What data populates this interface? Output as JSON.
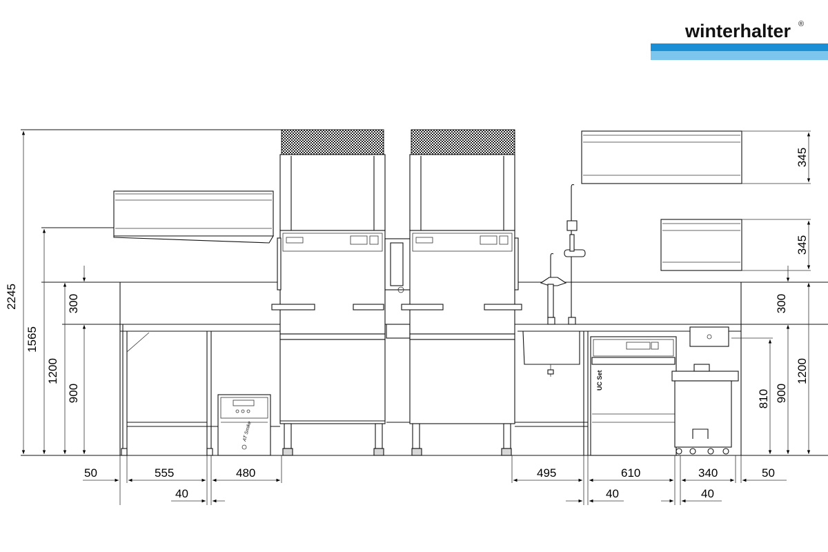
{
  "brand": {
    "name": "winterhalter",
    "mark": "®",
    "colors": {
      "stripe_dark": "#1a8fd6",
      "stripe_light": "#7cc6ee",
      "text": "#111111"
    }
  },
  "labels": {
    "machine_tag": "AT Smike",
    "unit_tag": "UC Set"
  },
  "dimensions": {
    "left_vertical": [
      "2245",
      "1565",
      "1200",
      "900",
      "300"
    ],
    "right_vertical": [
      "345",
      "345",
      "300",
      "810",
      "900",
      "1200"
    ],
    "bottom_primary": [
      "50",
      "555",
      "480",
      "495",
      "610",
      "340",
      "50"
    ],
    "bottom_secondary": [
      "40",
      "40",
      "40"
    ]
  }
}
